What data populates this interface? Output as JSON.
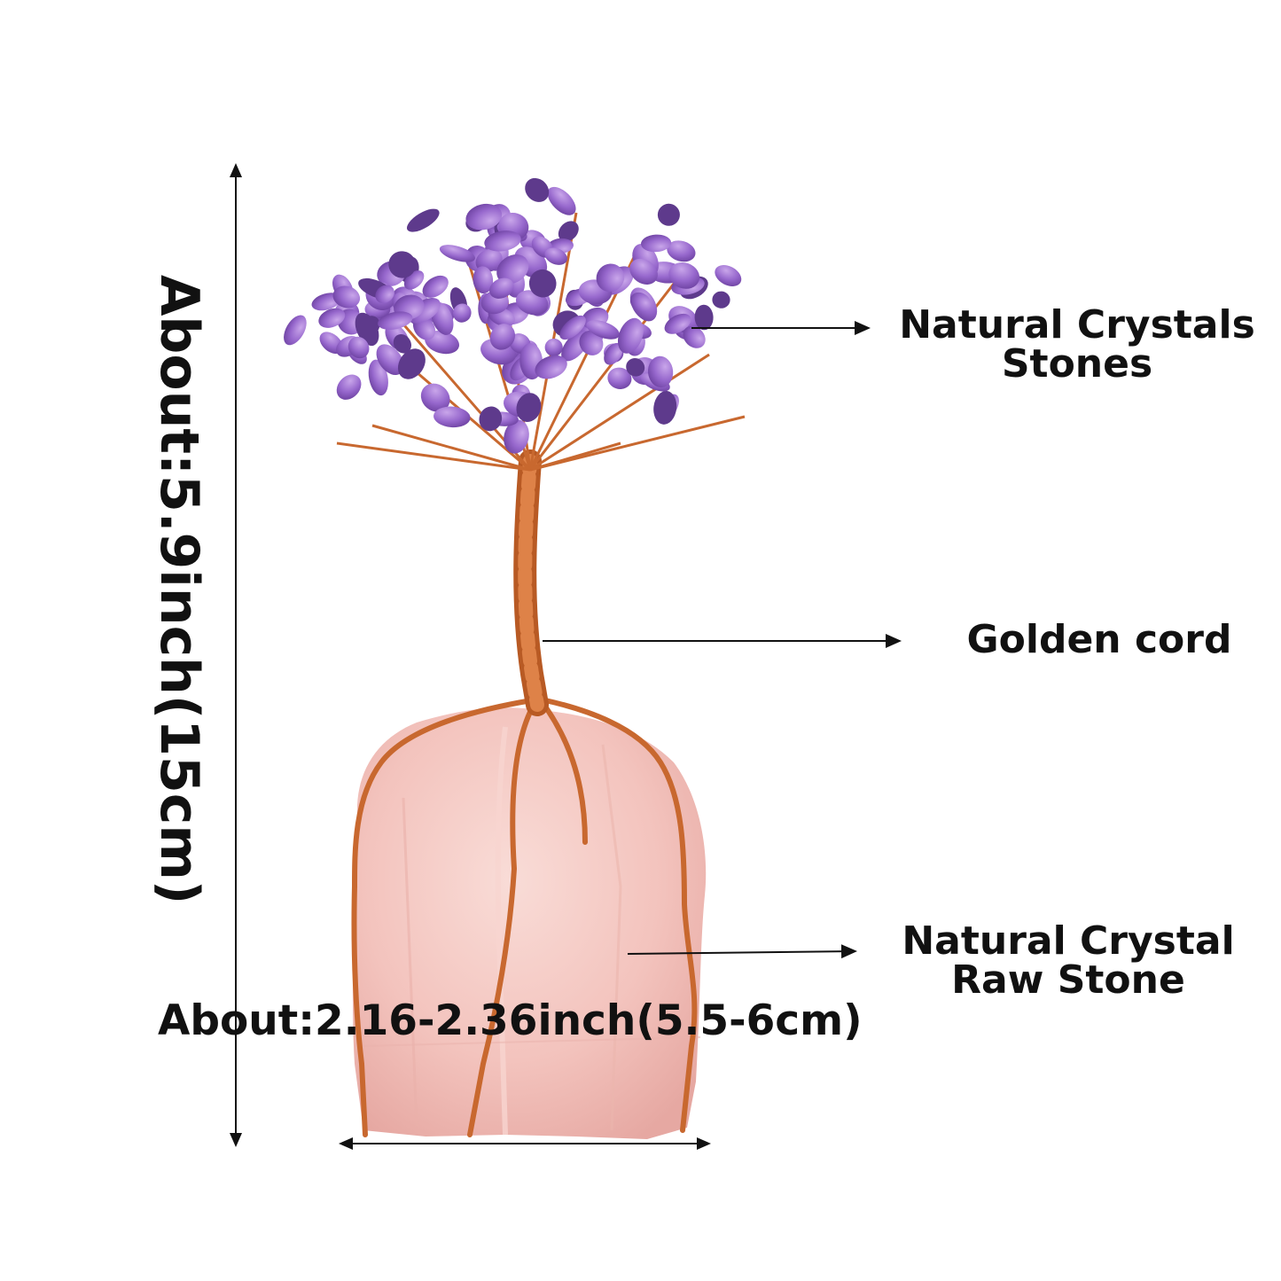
{
  "dimensions": {
    "height": "About:5.9inch(15cm)",
    "width": "About:2.16-2.36inch(5.5-6cm)"
  },
  "callouts": {
    "crystals": [
      "Natural Crystals",
      "Stones"
    ],
    "cord": [
      "Golden cord"
    ],
    "raw_stone": [
      "Natural Crystal",
      "Raw Stone"
    ]
  },
  "colors": {
    "amethyst": "#8e63c4",
    "amethyst_dark": "#5e3a8c",
    "copper_wire": "#c8682f",
    "rose_quartz": "#f2c0bc"
  }
}
